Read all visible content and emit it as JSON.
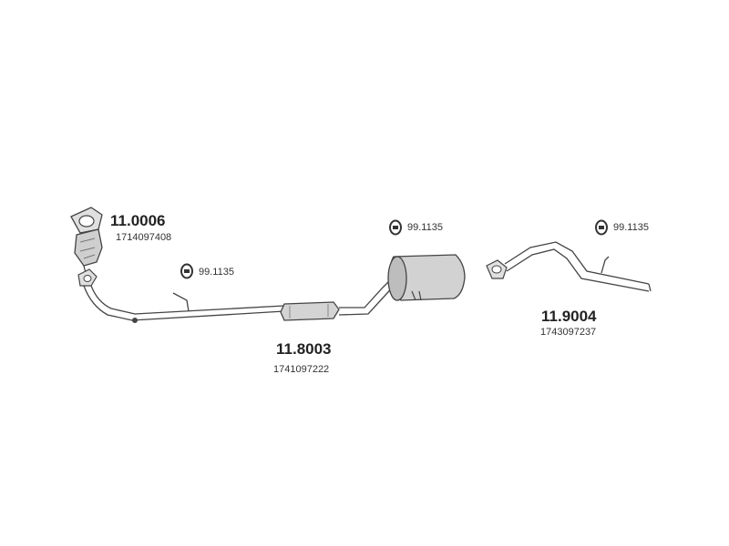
{
  "parts": [
    {
      "id": "cat",
      "part_number": "11.0006",
      "oem_number": "1714097408"
    },
    {
      "id": "mid",
      "part_number": "11.8003",
      "oem_number": "1741097222"
    },
    {
      "id": "tail",
      "part_number": "11.9004",
      "oem_number": "1743097237"
    }
  ],
  "hangers": [
    {
      "id": "h1",
      "part_number": "99.1135"
    },
    {
      "id": "h2",
      "part_number": "99.1135"
    },
    {
      "id": "h3",
      "part_number": "99.1135"
    }
  ],
  "colors": {
    "line": "#444444",
    "fill": "#d4d4d4",
    "text": "#222222"
  }
}
